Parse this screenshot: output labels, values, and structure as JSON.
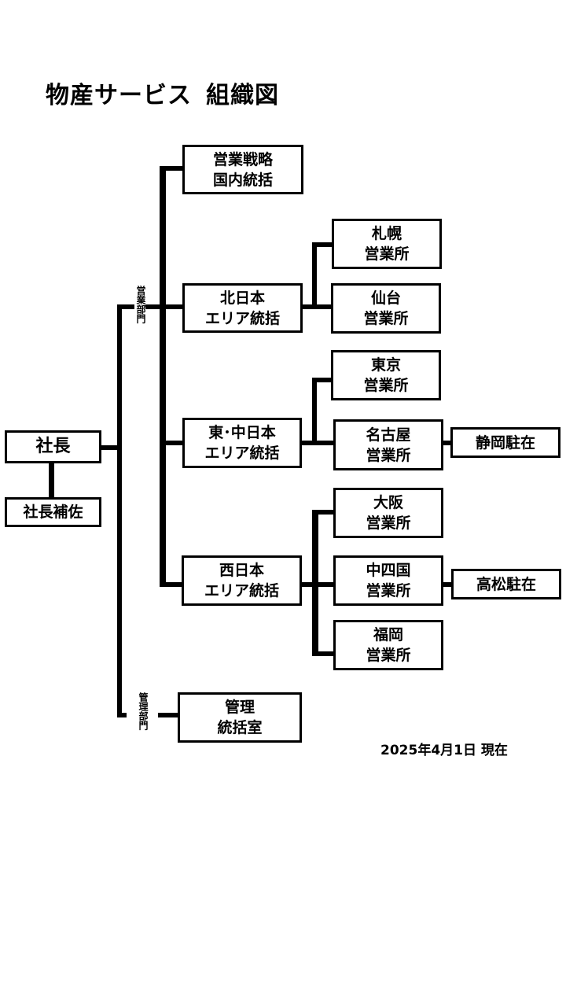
{
  "title": {
    "company": "物産サービス",
    "chart": "組織図"
  },
  "as_of": "2025年4月1日 現在",
  "president": "社長",
  "president_assistant": "社長補佐",
  "departments": {
    "sales": "営業部門",
    "admin": "管理部門"
  },
  "units": {
    "strategy": {
      "line1": "営業戦略",
      "line2": "国内統括"
    },
    "north": {
      "line1": "北日本",
      "line2": "エリア統括"
    },
    "east": {
      "line1": "東･中日本",
      "line2": "エリア統括"
    },
    "west": {
      "line1": "西日本",
      "line2": "エリア統括"
    },
    "admin_office": {
      "line1": "管理",
      "line2": "統括室"
    }
  },
  "offices": {
    "sapporo": {
      "line1": "札幌",
      "line2": "営業所"
    },
    "sendai": {
      "line1": "仙台",
      "line2": "営業所"
    },
    "tokyo": {
      "line1": "東京",
      "line2": "営業所"
    },
    "nagoya": {
      "line1": "名古屋",
      "line2": "営業所"
    },
    "osaka": {
      "line1": "大阪",
      "line2": "営業所"
    },
    "chushikoku": {
      "line1": "中四国",
      "line2": "営業所"
    },
    "fukuoka": {
      "line1": "福岡",
      "line2": "営業所"
    }
  },
  "stations": {
    "shizuoka": "静岡駐在",
    "takamatsu": "高松駐在"
  }
}
